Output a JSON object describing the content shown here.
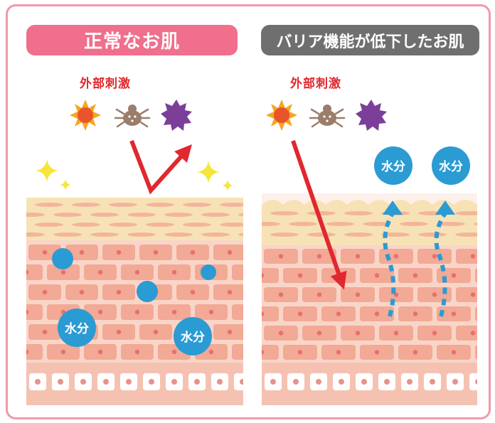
{
  "panels": {
    "left": {
      "title": "正常なお肌",
      "stimulus_label": "外部刺激",
      "moisture_labels": [
        "水分",
        "水分"
      ]
    },
    "right": {
      "title": "バリア機能が低下したお肌",
      "stimulus_label": "外部刺激",
      "moisture_labels": [
        "水分",
        "水分"
      ]
    }
  },
  "icons": {
    "stimuli": [
      "sun-icon",
      "mite-icon",
      "virus-icon"
    ],
    "sparkle": "sparkle-icon"
  },
  "colors": {
    "border": "#ef9aa9",
    "title_left_bg": "#ef6f8c",
    "title_right_bg": "#6f6f6f",
    "stimulus_text": "#e0282e",
    "arrow_red": "#e0282e",
    "water_blue": "#2b9bd3",
    "sparkle": "#f6e53a",
    "skin_top": "#f7e2b6",
    "skin_middle": "#f9d5c8",
    "cell": "#f2a995",
    "cell_dot": "#e86f6f",
    "virus_purple": "#7b3f99",
    "sun_orange": "#f28c28",
    "mite_brown": "#9a7d6a"
  }
}
